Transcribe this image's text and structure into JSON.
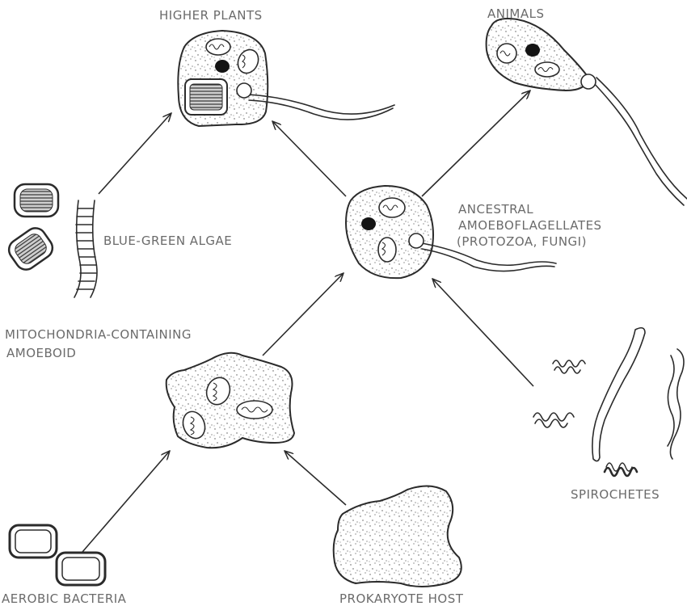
{
  "labels": {
    "higher_plants": "HIGHER PLANTS",
    "animals": "ANIMALS",
    "ancestral_line1": "ANCESTRAL",
    "ancestral_line2": "AMOEBOFLAGELLATES",
    "ancestral_line3": "(PROTOZOA, FUNGI)",
    "blue_green_algae": "BLUE-GREEN ALGAE",
    "mito_line1": "MITOCHONDRIA-CONTAINING",
    "mito_line2": "AMOEBOID",
    "spirochetes": "SPIROCHETES",
    "aerobic_bacteria": "AEROBIC BACTERIA",
    "prokaryote_host": "PROKARYOTE HOST"
  },
  "colors": {
    "ink": "#2b2b2b",
    "label": "#6b6b6b",
    "background": "#ffffff"
  }
}
